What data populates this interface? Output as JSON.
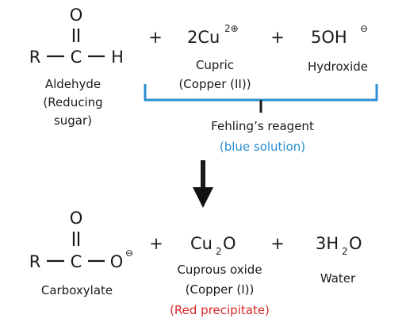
{
  "colors": {
    "text": "#1a1a1a",
    "reagent_blue": "#2a8fd1",
    "precipitate_red": "#d62828"
  },
  "reactants": {
    "aldehyde": {
      "oxygen": "O",
      "r_group": "R",
      "carbon": "C",
      "hydrogen": "H",
      "label_1": "Aldehyde",
      "label_2": "(Reducing",
      "label_3": "sugar)"
    },
    "plus_1": "+",
    "cupric": {
      "formula": "2Cu",
      "charge": "2⊕",
      "label_1": "Cupric",
      "label_2": "(Copper (II))"
    },
    "plus_2": "+",
    "hydroxide": {
      "formula": "5OH",
      "charge": "⊖",
      "label": "Hydroxide"
    }
  },
  "reagent": {
    "name": "Fehling’s reagent",
    "note": "(blue solution)"
  },
  "products": {
    "carboxylate": {
      "oxygen": "O",
      "r_group": "R",
      "carbon": "C",
      "oxide": "O",
      "charge": "⊖",
      "label": "Carboxylate"
    },
    "plus_1": "+",
    "cuprous_oxide": {
      "formula_main": "Cu",
      "subscript": "2",
      "formula_end": "O",
      "label_1": "Cuprous oxide",
      "label_2": "(Copper (I))",
      "note": "(Red precipitate)"
    },
    "plus_2": "+",
    "water": {
      "formula_main": "3H",
      "subscript": "2",
      "formula_end": "O",
      "label": "Water"
    }
  }
}
